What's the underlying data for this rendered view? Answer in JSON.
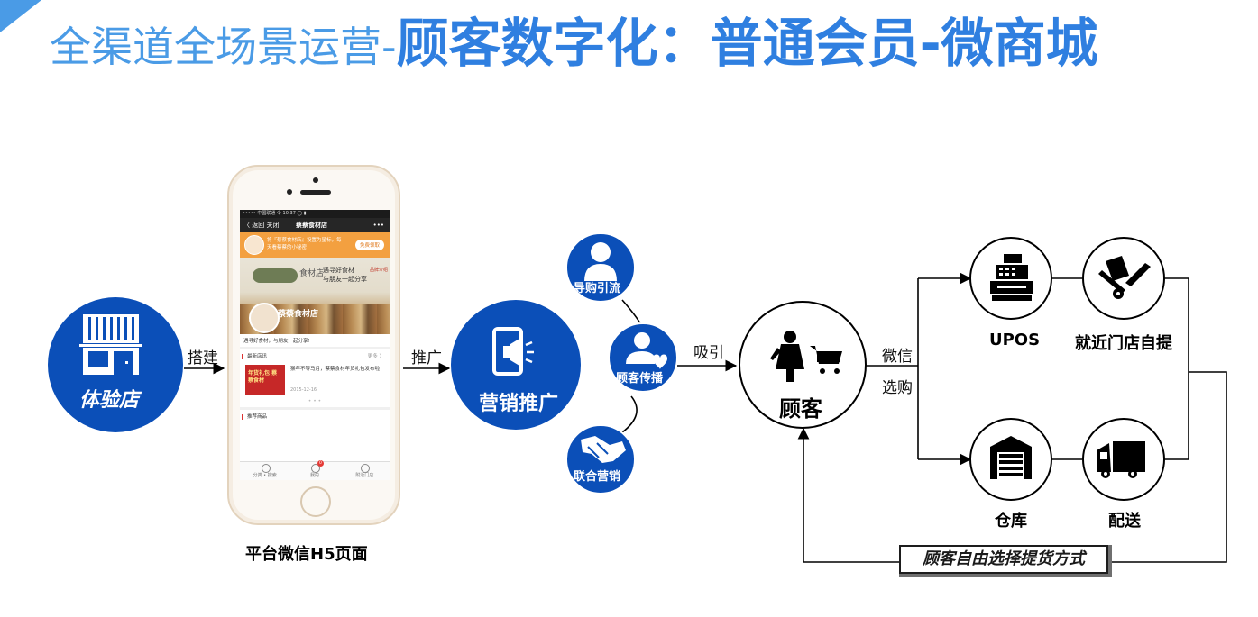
{
  "title": {
    "light": "全渠道全场景运营-",
    "bold": "顾客数字化：普通会员-微商城"
  },
  "nodes": {
    "store": "体验店",
    "phone_caption": "平台微信H5页面",
    "marketing": "营销推广",
    "guide": "导购引流",
    "spread": "顾客传播",
    "joint": "联合营销",
    "customer": "顾客",
    "upos": "UPOS",
    "nearby": "就近门店自提",
    "warehouse": "仓库",
    "delivery": "配送",
    "choice": "顾客自由选择提货方式"
  },
  "edges": {
    "build": "搭建",
    "promote": "推广",
    "attract": "吸引",
    "wechat": "微信",
    "select": "选购"
  },
  "phone_screen": {
    "status": "••••• 中国联通 令          10:37                    ◯ ▮",
    "back": "〈 返回  关闭",
    "shop_title": "蔡蔡食材店",
    "more": "•••",
    "banner_text": "将『蔡蔡食材店』设置为星标，每天看蔡蔡的小秘密！",
    "banner_button": "免费领取",
    "logo_text": "食材店",
    "slogan_line1": "遇寻好食材",
    "slogan_line2": "与朋友一起分享",
    "brand_tag": "品牌介绍",
    "shop_name": "蔡蔡食材店",
    "intro": "遇寻好食材，与朋友一起分享!",
    "news_section": "最新店讯",
    "news_more": "更多 〉",
    "news_thumb": "年货礼包 蔡蔡食材",
    "news_title": "猴年不等马月，蔡蔡食材年货礼包发布啦",
    "news_date": "2015-12-16",
    "dots": "• • •",
    "recommend_section": "推荐商品",
    "tabs": [
      "分类 • 搜索",
      "我的",
      "附近门店"
    ],
    "cart_badge": "0"
  },
  "colors": {
    "blue": "#0b4fb8",
    "title_light": "#4a9be6",
    "title_bold": "#2f7fe0",
    "line": "#000000"
  },
  "icons": {
    "store": "storefront-icon",
    "marketing": "phone-speaker-icon",
    "guide": "person-icon",
    "spread": "heart-person-icon",
    "joint": "handshake-icon",
    "customer": "shopper-cart-icon",
    "upos": "cash-register-icon",
    "nearby": "hand-truck-icon",
    "warehouse": "warehouse-icon",
    "delivery": "truck-icon"
  }
}
